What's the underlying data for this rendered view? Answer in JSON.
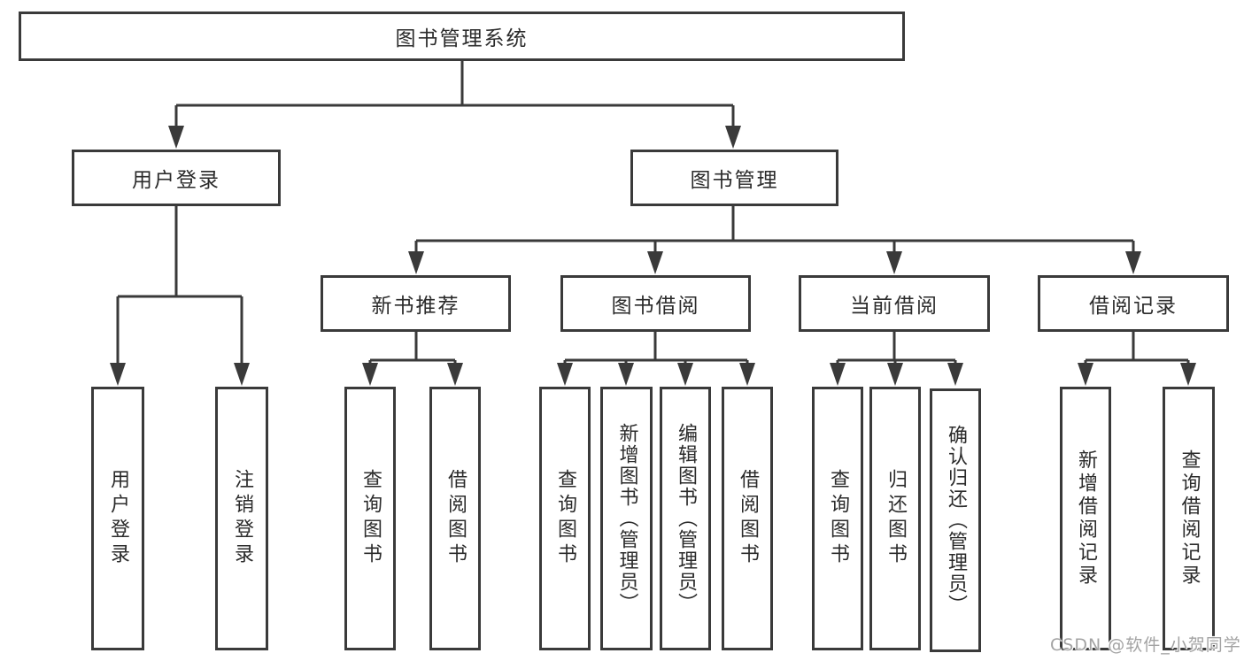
{
  "tree": {
    "root": {
      "label": "图书管理系统"
    },
    "branches": [
      {
        "label": "用户登录",
        "children": [
          {
            "label": "用户登录"
          },
          {
            "label": "注销登录"
          }
        ]
      },
      {
        "label": "图书管理",
        "children": [
          {
            "label": "新书推荐",
            "children": [
              {
                "label": "查询图书"
              },
              {
                "label": "借阅图书"
              }
            ]
          },
          {
            "label": "图书借阅",
            "children": [
              {
                "label": "查询图书"
              },
              {
                "label": "新增图书（管理员）"
              },
              {
                "label": "编辑图书（管理员）"
              },
              {
                "label": "借阅图书"
              }
            ]
          },
          {
            "label": "当前借阅",
            "children": [
              {
                "label": "查询图书"
              },
              {
                "label": "归还图书"
              },
              {
                "label": "确认归还（管理员）"
              }
            ]
          },
          {
            "label": "借阅记录",
            "children": [
              {
                "label": "新增借阅记录"
              },
              {
                "label": "查询借阅记录"
              }
            ]
          }
        ]
      }
    ]
  },
  "watermark": "CSDN @软件_小贺同学",
  "colors": {
    "line": "#3a3a3a",
    "text": "#2b2b2b",
    "watermark_gray": "#a3a3a3",
    "background": "#ffffff"
  }
}
